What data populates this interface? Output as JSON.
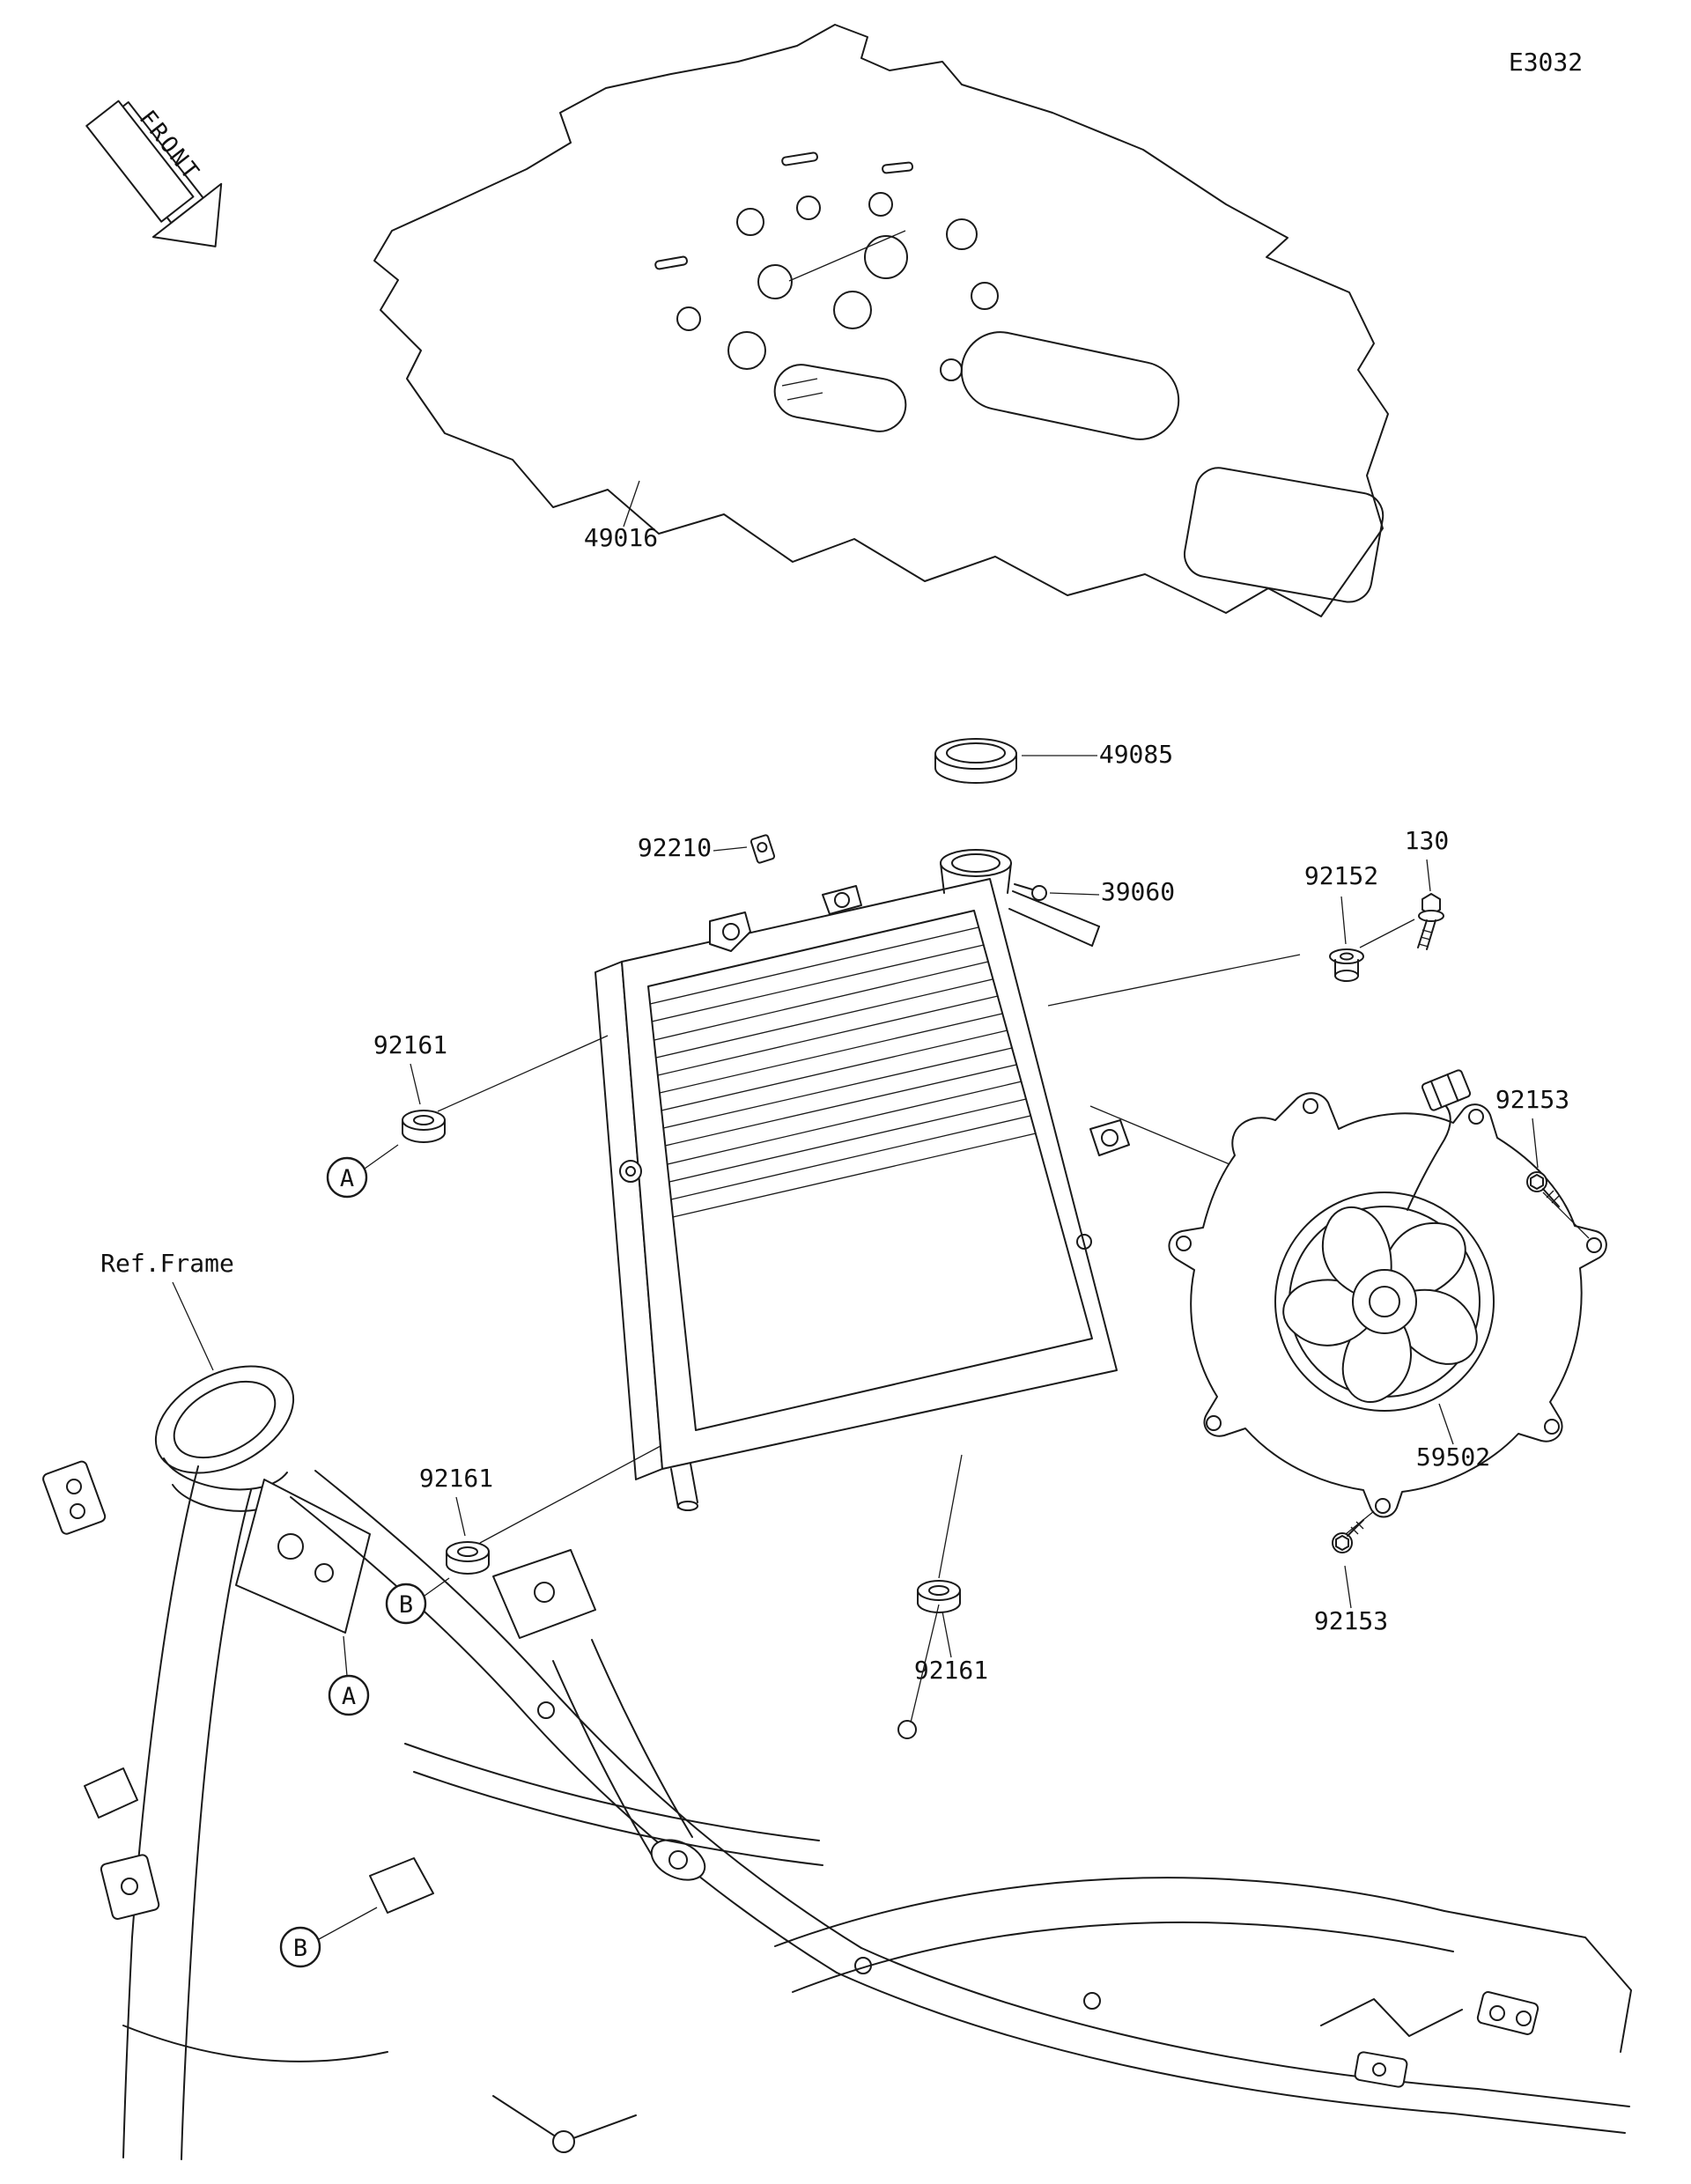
{
  "diagram": {
    "code": "E3032",
    "front_label": "FRONT",
    "ref_frame_label": "Ref.Frame"
  },
  "labels": {
    "heat_guard": "49016",
    "radiator_cap": "49085",
    "pipe_clamp": "92210",
    "fitting": "39060",
    "damper": "92152",
    "bolt": "130",
    "screw_upper": "92153",
    "screw_lower": "92153",
    "grommet_upper": "92161",
    "grommet_middle": "92161",
    "grommet_lower": "92161",
    "fan_assembly": "59502"
  },
  "markers": {
    "a": "A",
    "b": "B"
  },
  "colors": {
    "line": "#1a1a1a",
    "background": "#ffffff"
  }
}
